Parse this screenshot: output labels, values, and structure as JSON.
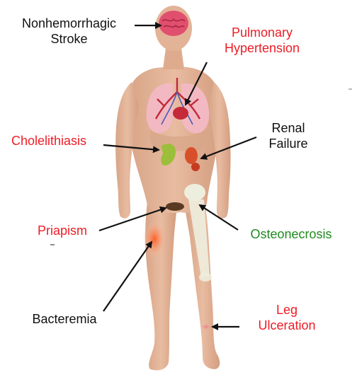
{
  "labels": {
    "stroke": {
      "line1": "Nonhemorrhagic",
      "line2": "Stroke",
      "color": "#111111"
    },
    "pulmonary": {
      "line1": "Pulmonary",
      "line2": "Hypertension",
      "color": "#ee1c25"
    },
    "cholelithiasis": {
      "text": "Cholelithiasis",
      "color": "#ee1c25"
    },
    "renal": {
      "line1": "Renal",
      "line2": "Failure",
      "color": "#111111"
    },
    "priapism": {
      "text": "Priapism",
      "color": "#ee1c25"
    },
    "osteonecrosis": {
      "text": "Osteonecrosis",
      "color": "#1f8a1f"
    },
    "bacteremia": {
      "text": "Bacteremia",
      "color": "#111111"
    },
    "leg_ulceration": {
      "line1": "Leg",
      "line2": "Ulceration",
      "color": "#ee1c25"
    }
  },
  "colors": {
    "skin": "#e2b194",
    "skin_shadow": "#c98f72",
    "brain": "#e0506e",
    "lungs": "#f2b9c2",
    "gallbladder": "#9bbf3a",
    "kidney": "#d8502a",
    "bone": "#eeeede",
    "inflammation": "#f26a3a"
  }
}
